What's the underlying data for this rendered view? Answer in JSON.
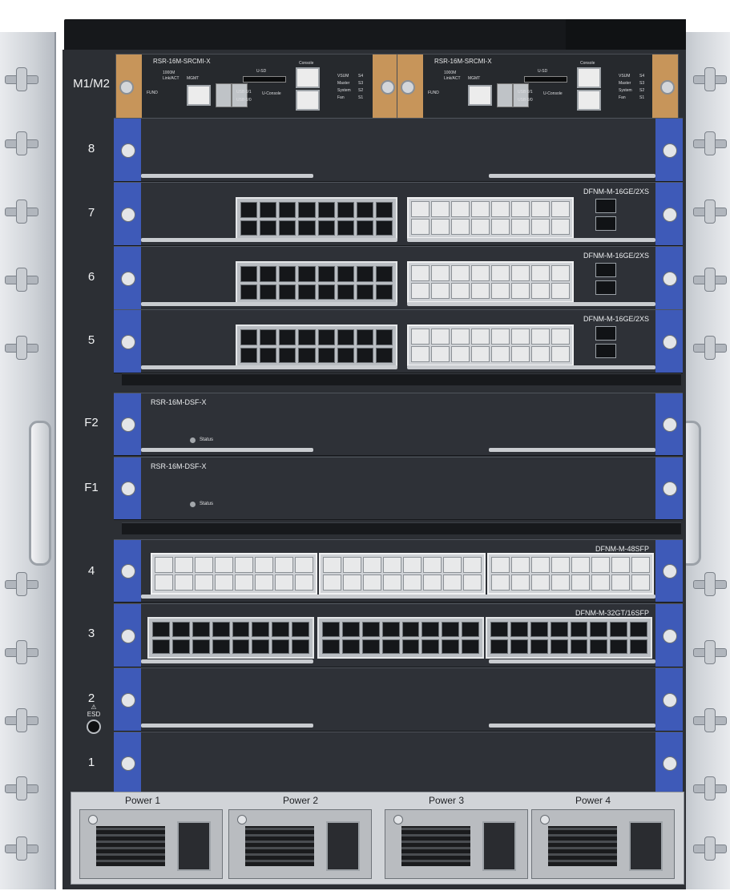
{
  "mgmt": {
    "slot_label": "M1/M2",
    "modules": [
      {
        "model": "RSR-16M-SRCMI-X",
        "console_label": "Console",
        "sd_label": "U-SD",
        "uconsole_label": "U-Console",
        "usb_label_a": "USB 0/1",
        "usb_label_b": "USB 0/0",
        "link_label": "1000M",
        "linkact_label": "Link/ACT",
        "mgmt_label": "MGMT",
        "fund_label": "FUND",
        "led_labels": [
          "VSUM",
          "Master",
          "System",
          "Fan",
          "S4",
          "S3",
          "S2",
          "S1"
        ]
      },
      {
        "model": "RSR-16M-SRCMI-X",
        "console_label": "Console",
        "sd_label": "U-SD",
        "uconsole_label": "U-Console",
        "usb_label_a": "USB 0/1",
        "usb_label_b": "USB 0/0",
        "link_label": "1000M",
        "linkact_label": "Link/ACT",
        "mgmt_label": "MGMT",
        "fund_label": "FUND",
        "led_labels": [
          "VSUM",
          "Master",
          "System",
          "Fan",
          "S4",
          "S3",
          "S2",
          "S1"
        ]
      }
    ]
  },
  "slots": {
    "s8": {
      "label": "8",
      "model": ""
    },
    "s7": {
      "label": "7",
      "model": "DFNM-M-16GE/2XS"
    },
    "s6": {
      "label": "6",
      "model": "DFNM-M-16GE/2XS"
    },
    "s5": {
      "label": "5",
      "model": "DFNM-M-16GE/2XS"
    },
    "f2": {
      "label": "F2",
      "model": "RSR-16M-DSF-X",
      "status": "Status"
    },
    "f1": {
      "label": "F1",
      "model": "RSR-16M-DSF-X",
      "status": "Status"
    },
    "s4": {
      "label": "4",
      "model": "DFNM-M-48SFP"
    },
    "s3": {
      "label": "3",
      "model": "DFNM-M-32GT/16SFP"
    },
    "s2": {
      "label": "2",
      "model": ""
    },
    "s1": {
      "label": "1",
      "model": ""
    }
  },
  "esd_label": "ESD",
  "power": [
    {
      "label": "Power 1"
    },
    {
      "label": "Power 2"
    },
    {
      "label": "Power 3"
    },
    {
      "label": "Power 4"
    }
  ],
  "colors": {
    "ejector_blue": "#3e5ab8",
    "mgmt_cap_tan": "#c7955a",
    "chassis_dark": "#2c2f34"
  },
  "icons": [
    "screw-icon",
    "esd-icon",
    "usb-icon"
  ]
}
